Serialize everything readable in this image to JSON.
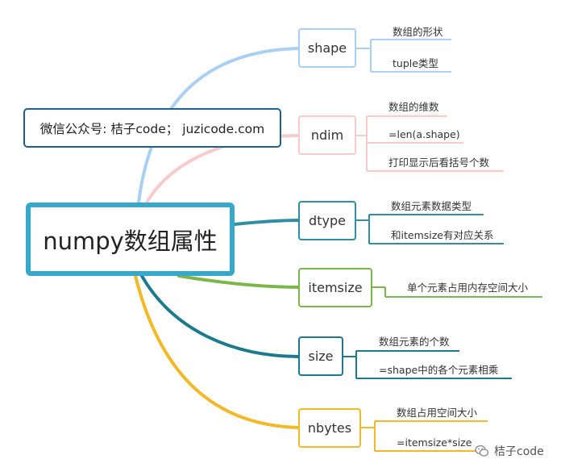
{
  "central": "numpy数组属性",
  "info": "微信公众号: 桔子code； juzicode.com",
  "watermark": "桔子code",
  "colors": {
    "shape": "#a9cff4",
    "ndim": "#f9caca",
    "dtype": "#2f8ea3",
    "itemsize": "#7ab648",
    "size": "#1b7a8c",
    "nbytes": "#f2b825",
    "central_border": "#35a8cc",
    "info_border": "#1e5f8c"
  },
  "branches": [
    {
      "key": "shape",
      "label": "shape",
      "details": [
        "数组的形状",
        "tuple类型"
      ]
    },
    {
      "key": "ndim",
      "label": "ndim",
      "details": [
        "数组的维数",
        "=len(a.shape)",
        "打印显示后看括号个数"
      ]
    },
    {
      "key": "dtype",
      "label": "dtype",
      "details": [
        "数组元素数据类型",
        "和itemsize有对应关系"
      ]
    },
    {
      "key": "itemsize",
      "label": "itemsize",
      "details": [
        "单个元素占用内存空间大小"
      ]
    },
    {
      "key": "size",
      "label": "size",
      "details": [
        "数组元素的个数",
        "=shape中的各个元素相乘"
      ]
    },
    {
      "key": "nbytes",
      "label": "nbytes",
      "details": [
        "数组占用空间大小",
        "=itemsize*size"
      ]
    }
  ]
}
